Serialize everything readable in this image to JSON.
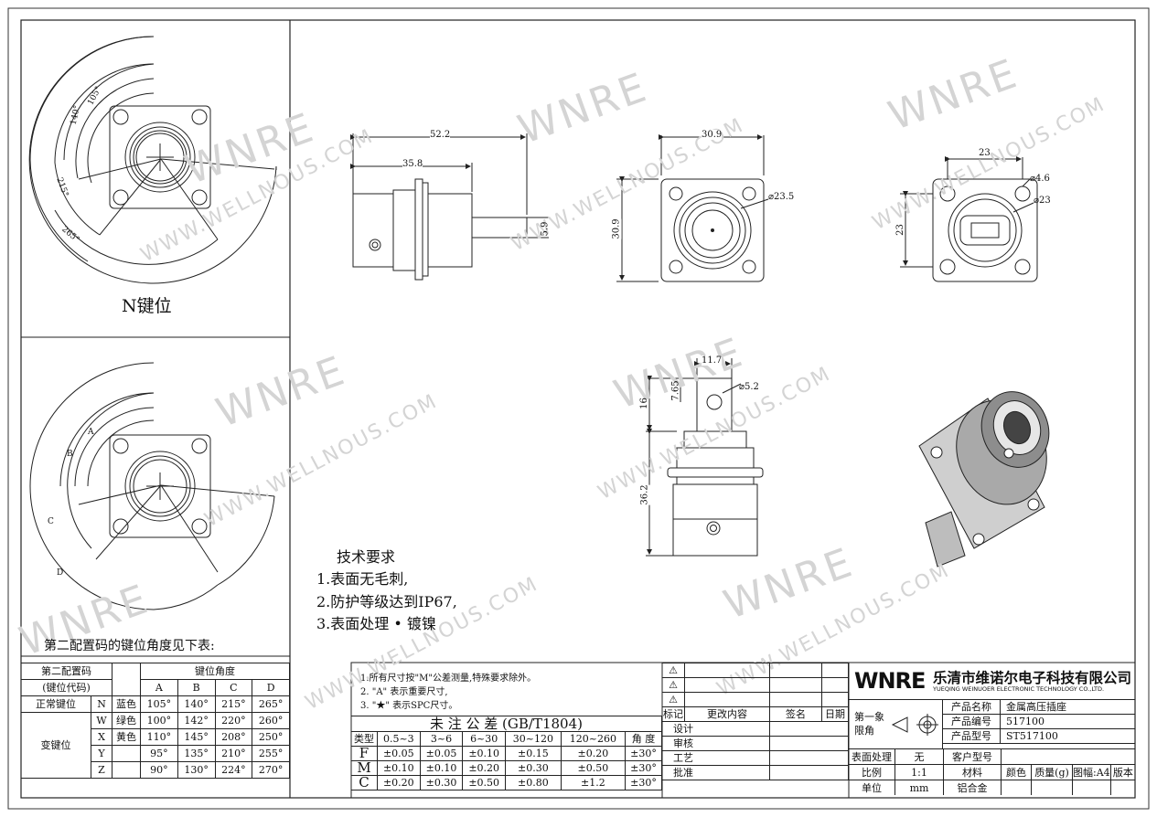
{
  "n_key": {
    "title": "N键位"
  },
  "second_key_note": "第二配置码的键位角度见下表:",
  "angle_labels_top": [
    "105°",
    "140°",
    "215°",
    "265°"
  ],
  "angle_labels_bottom": [
    "A",
    "B",
    "C",
    "D"
  ],
  "dims": {
    "side_total": "52.2",
    "side_partial": "35.8",
    "side_pin": "5.9",
    "front_width": "30.9",
    "front_height": "30.9",
    "front_dia": "⌀23.5",
    "back_width": "23",
    "back_height": "23",
    "back_hole": "⌀4.6",
    "back_dia": "⌀23",
    "bottom_width": "11.7",
    "bottom_hole": "⌀5.2",
    "bottom_16": "16",
    "bottom_765": "7.65",
    "bottom_total": "36.2"
  },
  "tech": {
    "title": "技术要求",
    "items": [
      "1.表面无毛刺,",
      "2.防护等级达到IP67,",
      "3.表面处理 • 镀镍"
    ]
  },
  "watermarks": {
    "big": "WNRE",
    "small": "WWW.WELLNOUS.COM"
  },
  "key_table": {
    "hdr_config": "第二配置码",
    "hdr_config2": "(键位代码)",
    "hdr_angle": "键位角度",
    "cols": [
      "A",
      "B",
      "C",
      "D"
    ],
    "normal_label": "正常键位",
    "variant_label": "变键位",
    "rows": [
      {
        "code": "N",
        "color": "蓝色",
        "a": "105°",
        "b": "140°",
        "c": "215°",
        "d": "265°"
      },
      {
        "code": "W",
        "color": "绿色",
        "a": "100°",
        "b": "142°",
        "c": "220°",
        "d": "260°"
      },
      {
        "code": "X",
        "color": "黄色",
        "a": "110°",
        "b": "145°",
        "c": "208°",
        "d": "250°"
      },
      {
        "code": "Y",
        "color": "",
        "a": "95°",
        "b": "135°",
        "c": "210°",
        "d": "255°"
      },
      {
        "code": "Z",
        "color": "",
        "a": "90°",
        "b": "130°",
        "c": "224°",
        "d": "270°"
      }
    ]
  },
  "notes": [
    "1.所有尺寸按\"M\"公差测量,特殊要求除外。",
    "2. \"A\" 表示重要尺寸,",
    "3. \"★\" 表示SPC尺寸。"
  ],
  "tolerance": {
    "title": "未 注 公 差  (GB/T1804)",
    "headers": [
      "类型",
      "0.5~3",
      "3~6",
      "6~30",
      "30~120",
      "120~260",
      "角 度"
    ],
    "rows": [
      [
        "F",
        "±0.05",
        "±0.05",
        "±0.10",
        "±0.15",
        "±0.20",
        "±30°"
      ],
      [
        "M",
        "±0.10",
        "±0.10",
        "±0.20",
        "±0.30",
        "±0.50",
        "±30°"
      ],
      [
        "C",
        "±0.20",
        "±0.30",
        "±0.50",
        "±0.80",
        "±1.2",
        "±30°"
      ]
    ]
  },
  "revision": {
    "tri": "⚠",
    "headers": [
      "标记",
      "更改内容",
      "签名",
      "日期"
    ],
    "sign_rows": [
      "设计",
      "审核",
      "工艺",
      "批准"
    ]
  },
  "company": {
    "logo": "WNRE",
    "name": "乐清市维诺尔电子科技有限公司",
    "name_en": "YUEQING WEINUOER ELECTRONIC TECHNOLOGY CO.,LTD."
  },
  "info": {
    "projection": "第一象限角",
    "product_name_label": "产品名称",
    "product_name": "金属高压插座",
    "product_no_label": "产品编号",
    "product_no": "517100",
    "product_model_label": "产品型号",
    "product_model": "ST517100",
    "customer_model_label": "客户型号",
    "customer_model": "",
    "surface_label": "表面处理",
    "surface": "无",
    "scale_label": "比例",
    "scale": "1:1",
    "material_label": "材料",
    "color_label": "颜色",
    "mass_label": "质量(g)",
    "sheet_label": "图幅:A4",
    "version_label": "版本",
    "unit_label": "单位",
    "unit": "mm",
    "material": "铝合金"
  }
}
